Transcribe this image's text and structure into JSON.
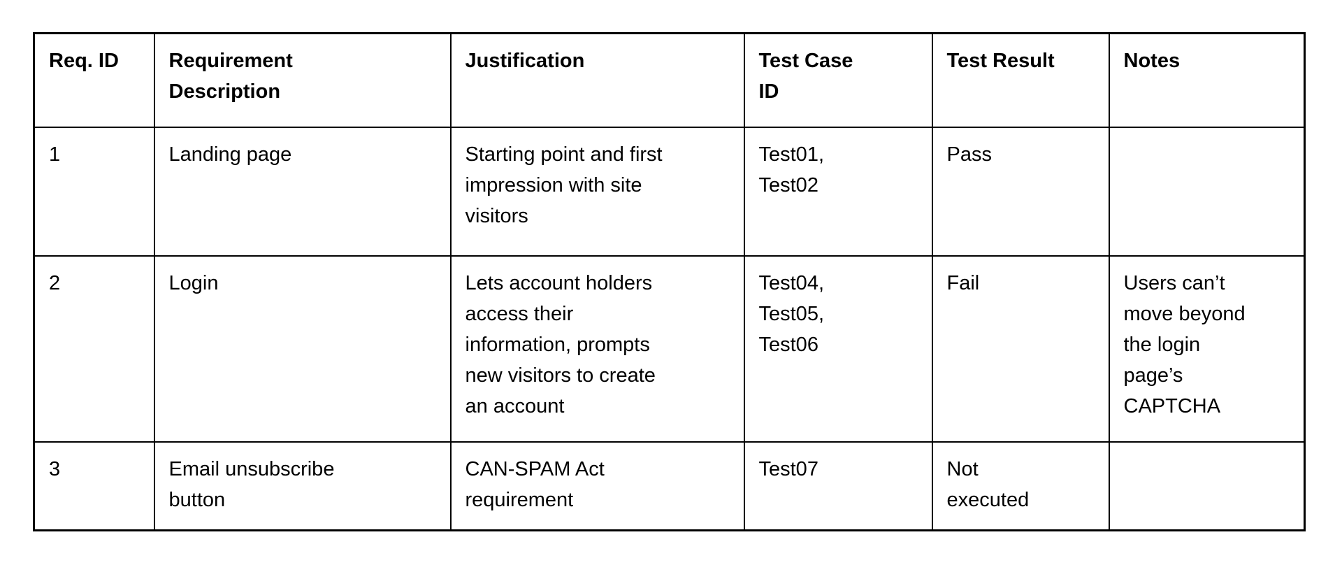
{
  "colors": {
    "background": "#ffffff",
    "border": "#000000",
    "text": "#000000"
  },
  "table": {
    "name": "requirements-traceability-table",
    "columns": [
      {
        "label": "Req. ID"
      },
      {
        "label": "Requirement\nDescription"
      },
      {
        "label": "Justification"
      },
      {
        "label": "Test Case\nID"
      },
      {
        "label": "Test Result"
      },
      {
        "label": "Notes"
      }
    ],
    "rows": [
      {
        "cells": [
          "1",
          "Landing page",
          "Starting point and first\nimpression with site\nvisitors",
          "Test01,\nTest02",
          "Pass",
          ""
        ]
      },
      {
        "cells": [
          "2",
          "Login",
          "Lets account holders\naccess their\ninformation, prompts\nnew visitors to create\nan account",
          "Test04,\nTest05,\nTest06",
          "Fail",
          "Users can’t\nmove beyond\nthe login\npage’s\nCAPTCHA"
        ]
      },
      {
        "cells": [
          "3",
          "Email unsubscribe\nbutton",
          "CAN-SPAM Act\nrequirement",
          "Test07",
          "Not\nexecuted",
          ""
        ]
      }
    ]
  }
}
